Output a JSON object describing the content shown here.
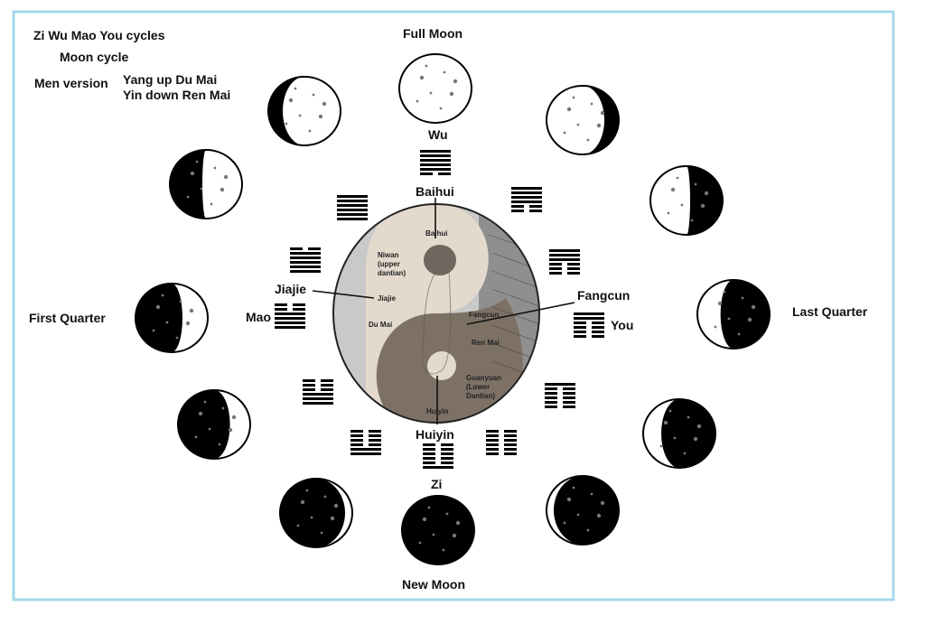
{
  "header": {
    "title": "Zi Wu Mao You cycles",
    "subtitle": "Moon cycle",
    "version": "Men version",
    "yang_line": "Yang up Du Mai",
    "yin_line": "Yin down Ren Mai"
  },
  "moon_labels": {
    "full": "Full Moon",
    "new": "New Moon",
    "first_quarter": "First Quarter",
    "last_quarter": "Last Quarter"
  },
  "branch_labels": {
    "wu": "Wu",
    "zi": "Zi",
    "mao": "Mao",
    "you": "You"
  },
  "point_labels": {
    "baihui": "Baihui",
    "huiyin": "Huiyin",
    "jiajie": "Jiajie",
    "fangcun": "Fangcun"
  },
  "inner_labels": {
    "baihui": "Baihui",
    "niwan_1": "Niwan",
    "niwan_2": "(upper",
    "niwan_3": "dantian)",
    "jiajie": "Jiajie",
    "du_mai": "Du Mai",
    "fangcun": "Fangcun",
    "ren_mai": "Ren Mai",
    "guanyuan_1": "Guanyuan",
    "guanyuan_2": "(Lower",
    "guanyuan_3": "Dantian)",
    "huiyin": "Huiyin"
  },
  "hexagrams": [
    {
      "name": "wu-gou",
      "lines_top_to_bottom": "111110"
    },
    {
      "name": "dun",
      "lines_top_to_bottom": "111100"
    },
    {
      "name": "pi",
      "lines_top_to_bottom": "111000"
    },
    {
      "name": "you-guan",
      "lines_top_to_bottom": "110000"
    },
    {
      "name": "bo",
      "lines_top_to_bottom": "100000"
    },
    {
      "name": "kun",
      "lines_top_to_bottom": "000000"
    },
    {
      "name": "zi-fu",
      "lines_top_to_bottom": "000001"
    },
    {
      "name": "lin",
      "lines_top_to_bottom": "000011"
    },
    {
      "name": "tai",
      "lines_top_to_bottom": "000111"
    },
    {
      "name": "mao-da-zhuang",
      "lines_top_to_bottom": "001111"
    },
    {
      "name": "guai",
      "lines_top_to_bottom": "011111"
    },
    {
      "name": "qian",
      "lines_top_to_bottom": "111111"
    }
  ],
  "moons": [
    {
      "name": "full-moon",
      "dark_side": "right",
      "dark_fraction": 0
    },
    {
      "name": "waning-gibbous-1",
      "dark_side": "right",
      "dark_fraction": 0.2
    },
    {
      "name": "waning-gibbous-2",
      "dark_side": "right",
      "dark_fraction": 0.45
    },
    {
      "name": "last-quarter-moon",
      "dark_side": "right",
      "dark_fraction": 0.68
    },
    {
      "name": "waning-crescent-1",
      "dark_side": "right",
      "dark_fraction": 0.75
    },
    {
      "name": "waning-crescent-2",
      "dark_side": "right",
      "dark_fraction": 0.9
    },
    {
      "name": "new-moon",
      "dark_side": "right",
      "dark_fraction": 1
    },
    {
      "name": "waxing-crescent-1",
      "dark_side": "left",
      "dark_fraction": 0.9
    },
    {
      "name": "waxing-crescent-2",
      "dark_side": "left",
      "dark_fraction": 0.72
    },
    {
      "name": "first-quarter-moon",
      "dark_side": "left",
      "dark_fraction": 0.65
    },
    {
      "name": "waxing-gibbous-1",
      "dark_side": "left",
      "dark_fraction": 0.45
    },
    {
      "name": "waxing-gibbous-2",
      "dark_side": "left",
      "dark_fraction": 0.2
    }
  ],
  "colors": {
    "frame": "#a6d8ea",
    "yin": "#7d7165",
    "yang": "#e3dacd",
    "edge_light": "#c9c9c9",
    "edge_dark": "#8f8f8f"
  }
}
